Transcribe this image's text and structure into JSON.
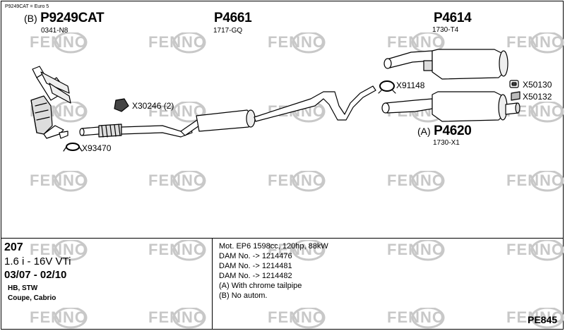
{
  "note": "P9249CAT = Euro 5",
  "watermark": "FENNO",
  "parts": [
    {
      "name": "p9249cat",
      "prefix": "(B)",
      "code": "P9249CAT",
      "sub": "0341-N8"
    },
    {
      "name": "p4661",
      "code": "P4661",
      "sub": "1717-GQ"
    },
    {
      "name": "p4614",
      "code": "P4614",
      "sub": "1730-T4"
    },
    {
      "name": "p4620",
      "prefix": "(A)",
      "code": "P4620",
      "sub": "1730-X1"
    }
  ],
  "fittings": [
    {
      "name": "x30246",
      "label": "X30246 (2)"
    },
    {
      "name": "x93470",
      "label": "X93470"
    },
    {
      "name": "x91148",
      "label": "X91148"
    },
    {
      "name": "x50130",
      "label": "X50130"
    },
    {
      "name": "x50132",
      "label": "X50132"
    }
  ],
  "vehicle": {
    "model": "207",
    "engine": "1.6 i - 16V VTi",
    "years": "03/07 - 02/10",
    "body1": "HB, STW",
    "body2": "Coupe, Cabrio"
  },
  "details": [
    "Mot. EP6 1598cc, 120hp, 88kW",
    "DAM No. -> 1214476",
    "DAM No. -> 1214481",
    "DAM No. -> 1214482",
    "(A) With chrome tailpipe",
    "(B) No autom."
  ],
  "page_code": "PE845",
  "colors": {
    "watermark": "#c8c8c8",
    "line": "#000000",
    "pipe_fill": "#ffffff",
    "shade": "#bdbdbd"
  }
}
